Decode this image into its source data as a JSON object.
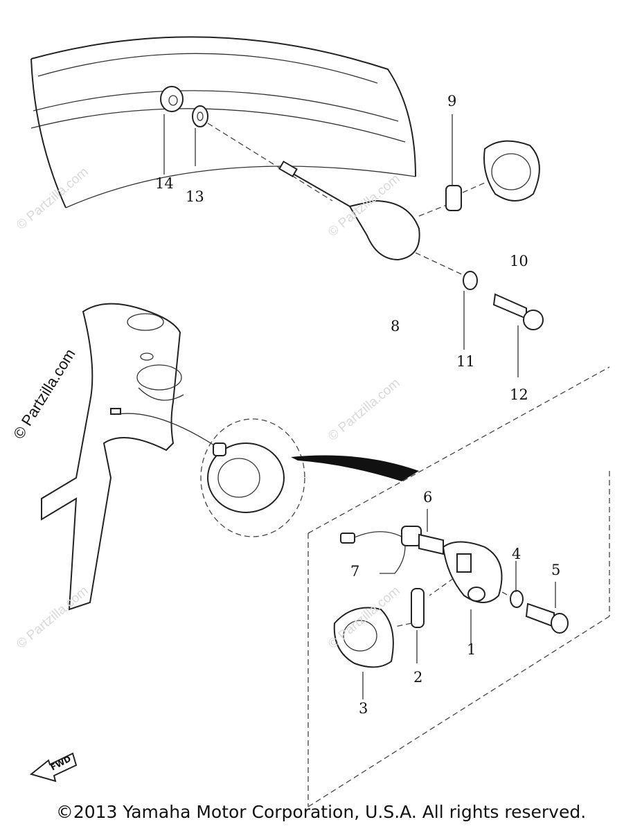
{
  "callouts": {
    "n1": "1",
    "n2": "2",
    "n3": "3",
    "n4": "4",
    "n5": "5",
    "n6": "6",
    "n7": "7",
    "n8": "8",
    "n9": "9",
    "n10": "10",
    "n11": "11",
    "n12": "12",
    "n13": "13",
    "n14": "14"
  },
  "watermark": {
    "tile": "© Partzilla.com",
    "side": "© Partzilla.com"
  },
  "fwd_label": "FWD",
  "copyright": "©2013 Yamaha Motor Corporation, U.S.A. All rights reserved."
}
